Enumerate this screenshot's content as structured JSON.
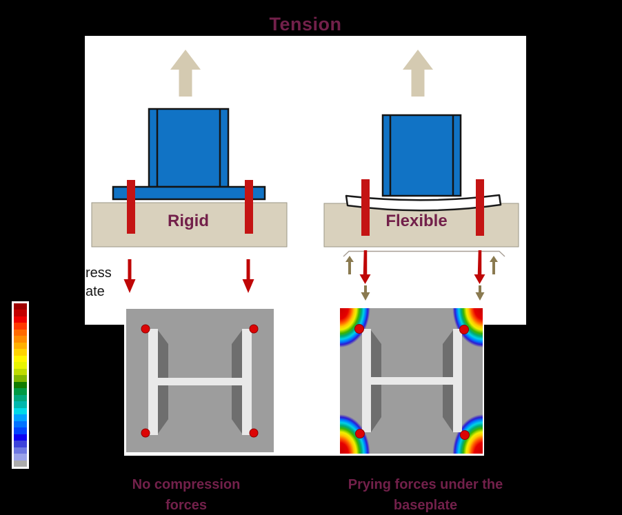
{
  "title": "Tension",
  "left_diagram": {
    "label": "Rigid",
    "caption": "No compression forces"
  },
  "right_diagram": {
    "label": "Flexible",
    "caption": "Prying forces under the baseplate"
  },
  "side_note": {
    "line1": "ress",
    "line2": "ate"
  },
  "theme": {
    "background": "#000000",
    "surface": "#ffffff",
    "maroon": "#72204a",
    "blue": "#1173c5",
    "concrete": "#d9d1bd",
    "tan_arrow": "#d4cab1",
    "red": "#bf0606",
    "bolt_red": "#c41414",
    "khaki": "#8a7a50",
    "plot_gray": "#9d9d9d"
  },
  "colorbar": {
    "colors": [
      "#9e0000",
      "#c30000",
      "#ef0000",
      "#ff3800",
      "#ff6a00",
      "#ff8d00",
      "#ffb000",
      "#ffd300",
      "#fff600",
      "#e8f400",
      "#bfdc00",
      "#7fb700",
      "#117c00",
      "#009a44",
      "#00a87d",
      "#00b7ad",
      "#00d9e8",
      "#00a2ff",
      "#0072ff",
      "#0043ff",
      "#0b00f2",
      "#3d43db",
      "#6e78e2",
      "#9aa2ea",
      "#ababab"
    ]
  }
}
